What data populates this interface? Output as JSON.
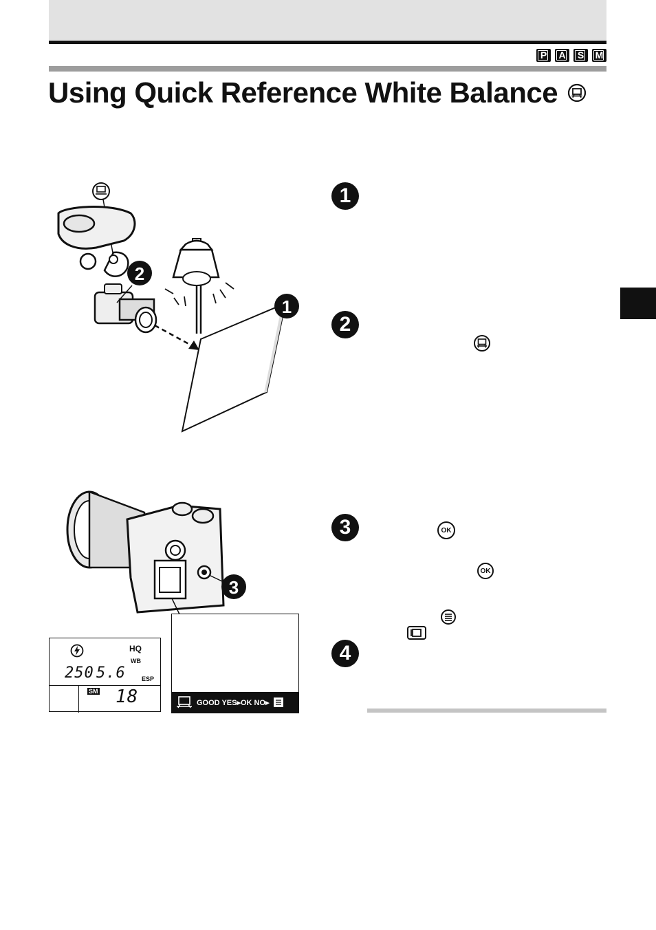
{
  "header": {
    "modes": [
      "P",
      "A",
      "S",
      "M"
    ]
  },
  "title": {
    "text": "Using Quick Reference White Balance",
    "icon": "one-touch-wb-icon"
  },
  "illustration_top": {
    "callouts": [
      "1",
      "2"
    ],
    "icon": "one-touch-wb-icon"
  },
  "steps": [
    {
      "number": "1"
    },
    {
      "number": "2",
      "icon": "one-touch-wb-icon"
    },
    {
      "number": "3",
      "icons": [
        "ok-icon",
        "ok-icon",
        "menu-icon",
        "monitor-icon"
      ]
    },
    {
      "number": "4"
    }
  ],
  "ok_label": "OK",
  "illustration_bottom": {
    "callout": "3"
  },
  "lcd_panel": {
    "flash_icon": "flash-off-icon",
    "quality": "HQ",
    "wb": "WB",
    "shutter": "250",
    "aperture": "5.6",
    "metering": "ESP",
    "card": "SM",
    "frames": "18"
  },
  "monitor_screen": {
    "bar_text": "GOOD  YES▸OK  NO▸"
  }
}
